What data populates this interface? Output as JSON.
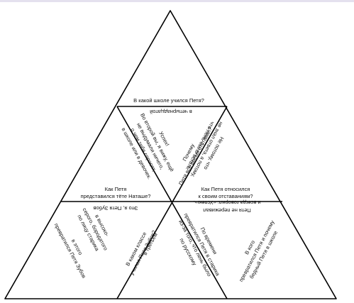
{
  "colors": {
    "line": "#000000",
    "text": "#111111",
    "background": "#ffffff",
    "top_strip": "#e4e1ee"
  },
  "top_card": {
    "q": "В какой школе учился Петя?",
    "a": "в четырнадцатой"
  },
  "upper_left": {
    "a_lines": [
      "Успех!",
      "Во второй вы, я вижу, ещё",
      "не выдумали ничего,",
      "о чем тебя спросят,",
      "в школе или в девочек."
    ]
  },
  "upper_right": {
    "q_lines": [
      "Почему",
      "Петя всё время отставал?"
    ],
    "a_lines": [
      "Не потому, что",
      "не знал ответа, а потому,",
      "что лень было встать."
    ]
  },
  "middle_left": {
    "q_lines": [
      "Как Петя",
      "представился тёте Наташе?"
    ],
    "a": "Это я, Петя Зубов"
  },
  "middle_right": {
    "q_lines": [
      "Как Петя относился",
      "к своим отставаниям?"
    ],
    "a_lines": [
      "Петя не переживал",
      "и всегда говорил: «Успею»."
    ]
  },
  "bottom_far_left": {
    "a_lines": [
      "в этого",
      "превратился Петя Зубов"
    ],
    "q_lines": [
      "в высоко-",
      "серого, бородатого",
      "по лицу старика"
    ]
  },
  "bottom_center_left": {
    "q_lines": [
      "В каком классе",
      "учился Петя Зубов?"
    ],
    "a": "в третьем"
  },
  "bottom_center_right": {
    "a_lines": [
      "По времени",
      "превратился Петя в старика",
      "из-за того, что лень было",
      "по русскому"
    ]
  },
  "bottom_far_right": {
    "a_lines": [
      "В кого",
      "превратился Петя и почему",
      "бедный Петя в школе"
    ]
  }
}
